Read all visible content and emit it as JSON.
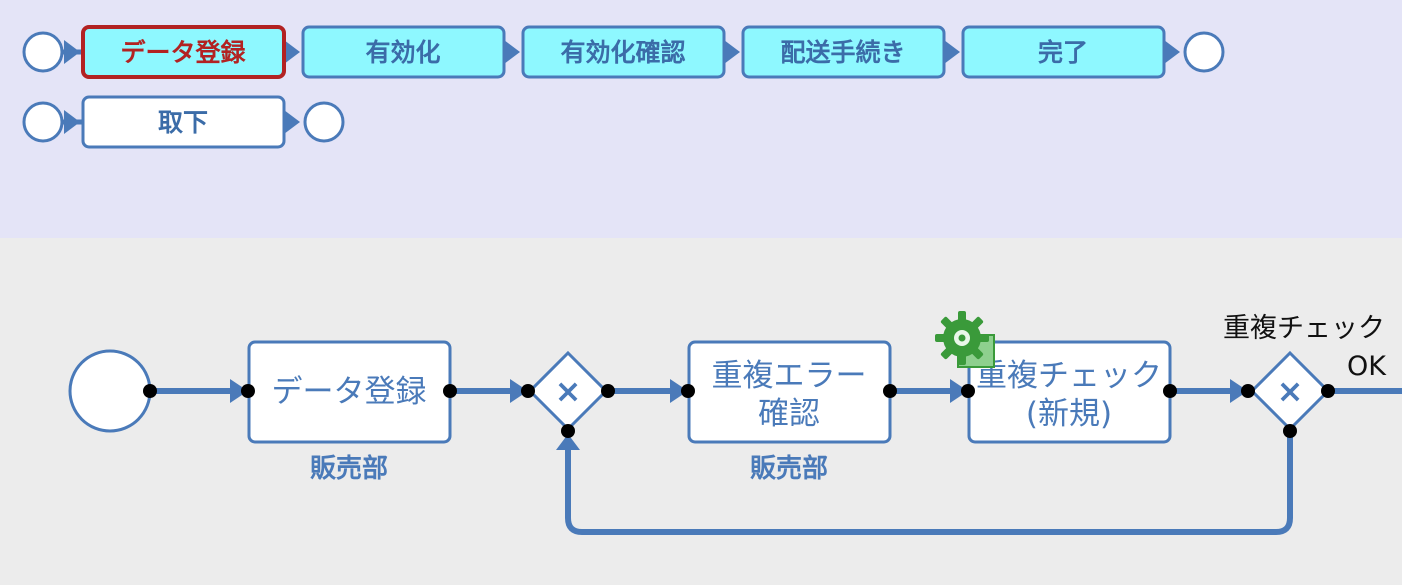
{
  "status_bar": {
    "main_stages": [
      "データ登録",
      "有効化",
      "有効化確認",
      "配送手続き",
      "完了"
    ],
    "current_stage": "データ登録",
    "branch_stages": [
      "取下"
    ]
  },
  "process": {
    "tasks": {
      "data_entry": "データ登録",
      "dup_error_line1": "重複エラー",
      "dup_error_line2": "確認",
      "dup_check_line1": "重複チェック",
      "dup_check_line2": "(新規)"
    },
    "lanes": {
      "data_entry": "販売部",
      "dup_error": "販売部"
    },
    "gateway_label_line1": "重複チェック",
    "gateway_label_line2": "OK",
    "gateway_symbol": "×",
    "automated_icon": "gear-icon"
  },
  "colors": {
    "accent": "#4a7ab9",
    "stage_fill": "#8ef8ff",
    "current_border": "#b22222",
    "gear": "#3a9a3a"
  }
}
